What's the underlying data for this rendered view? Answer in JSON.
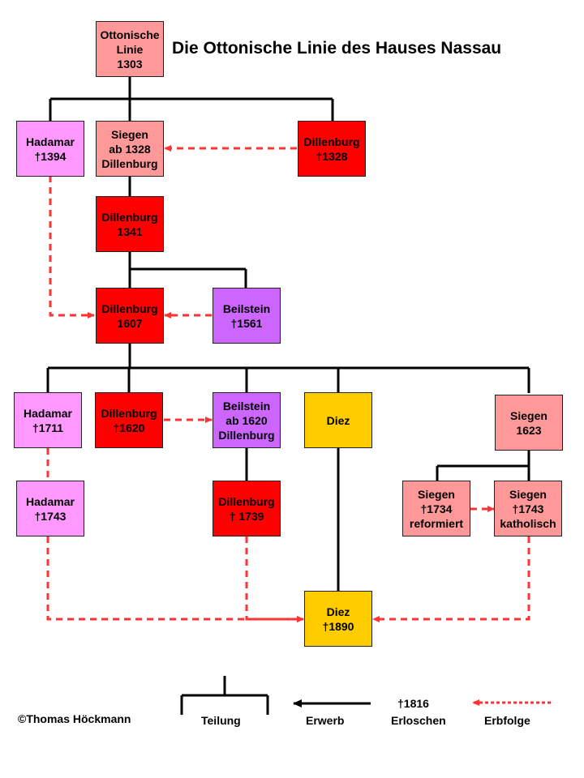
{
  "title": "Die Ottonische Linie des Hauses Nassau",
  "copyright": "©Thomas Höckmann",
  "colors": {
    "salmon": "#ff9999",
    "red": "#ff0000",
    "pink": "#ff99ff",
    "purple": "#cc66ff",
    "gold": "#ffcc00",
    "succession_arrow": "#ff3333"
  },
  "nodes": {
    "ottonische_linie_1303": "Ottonische\nLinie\n1303",
    "hadamar_1394": "Hadamar\n†1394",
    "siegen_ab_1328": "Siegen\nab 1328\nDillenburg",
    "dillenburg_1328": "Dillenburg\n†1328",
    "dillenburg_1341": "Dillenburg\n1341",
    "dillenburg_1607": "Dillenburg\n1607",
    "beilstein_1561": "Beilstein\n†1561",
    "hadamar_1711": "Hadamar\n†1711",
    "dillenburg_1620": "Dillenburg\n†1620",
    "beilstein_ab_1620": "Beilstein\nab 1620\nDillenburg",
    "diez": "Diez",
    "siegen_1623": "Siegen\n1623",
    "hadamar_1743": "Hadamar\n†1743",
    "dillenburg_1739": "Dillenburg\n† 1739",
    "siegen_1734_reformiert": "Siegen\n†1734\nreformiert",
    "siegen_1743_katholisch": "Siegen\n†1743\nkatholisch",
    "diez_1890": "Diez\n†1890"
  },
  "legend": {
    "teilung": "Teilung",
    "erwerb": "Erwerb",
    "erloschen_symbol": "†1816",
    "erloschen": "Erloschen",
    "erbfolge": "Erbfolge"
  }
}
